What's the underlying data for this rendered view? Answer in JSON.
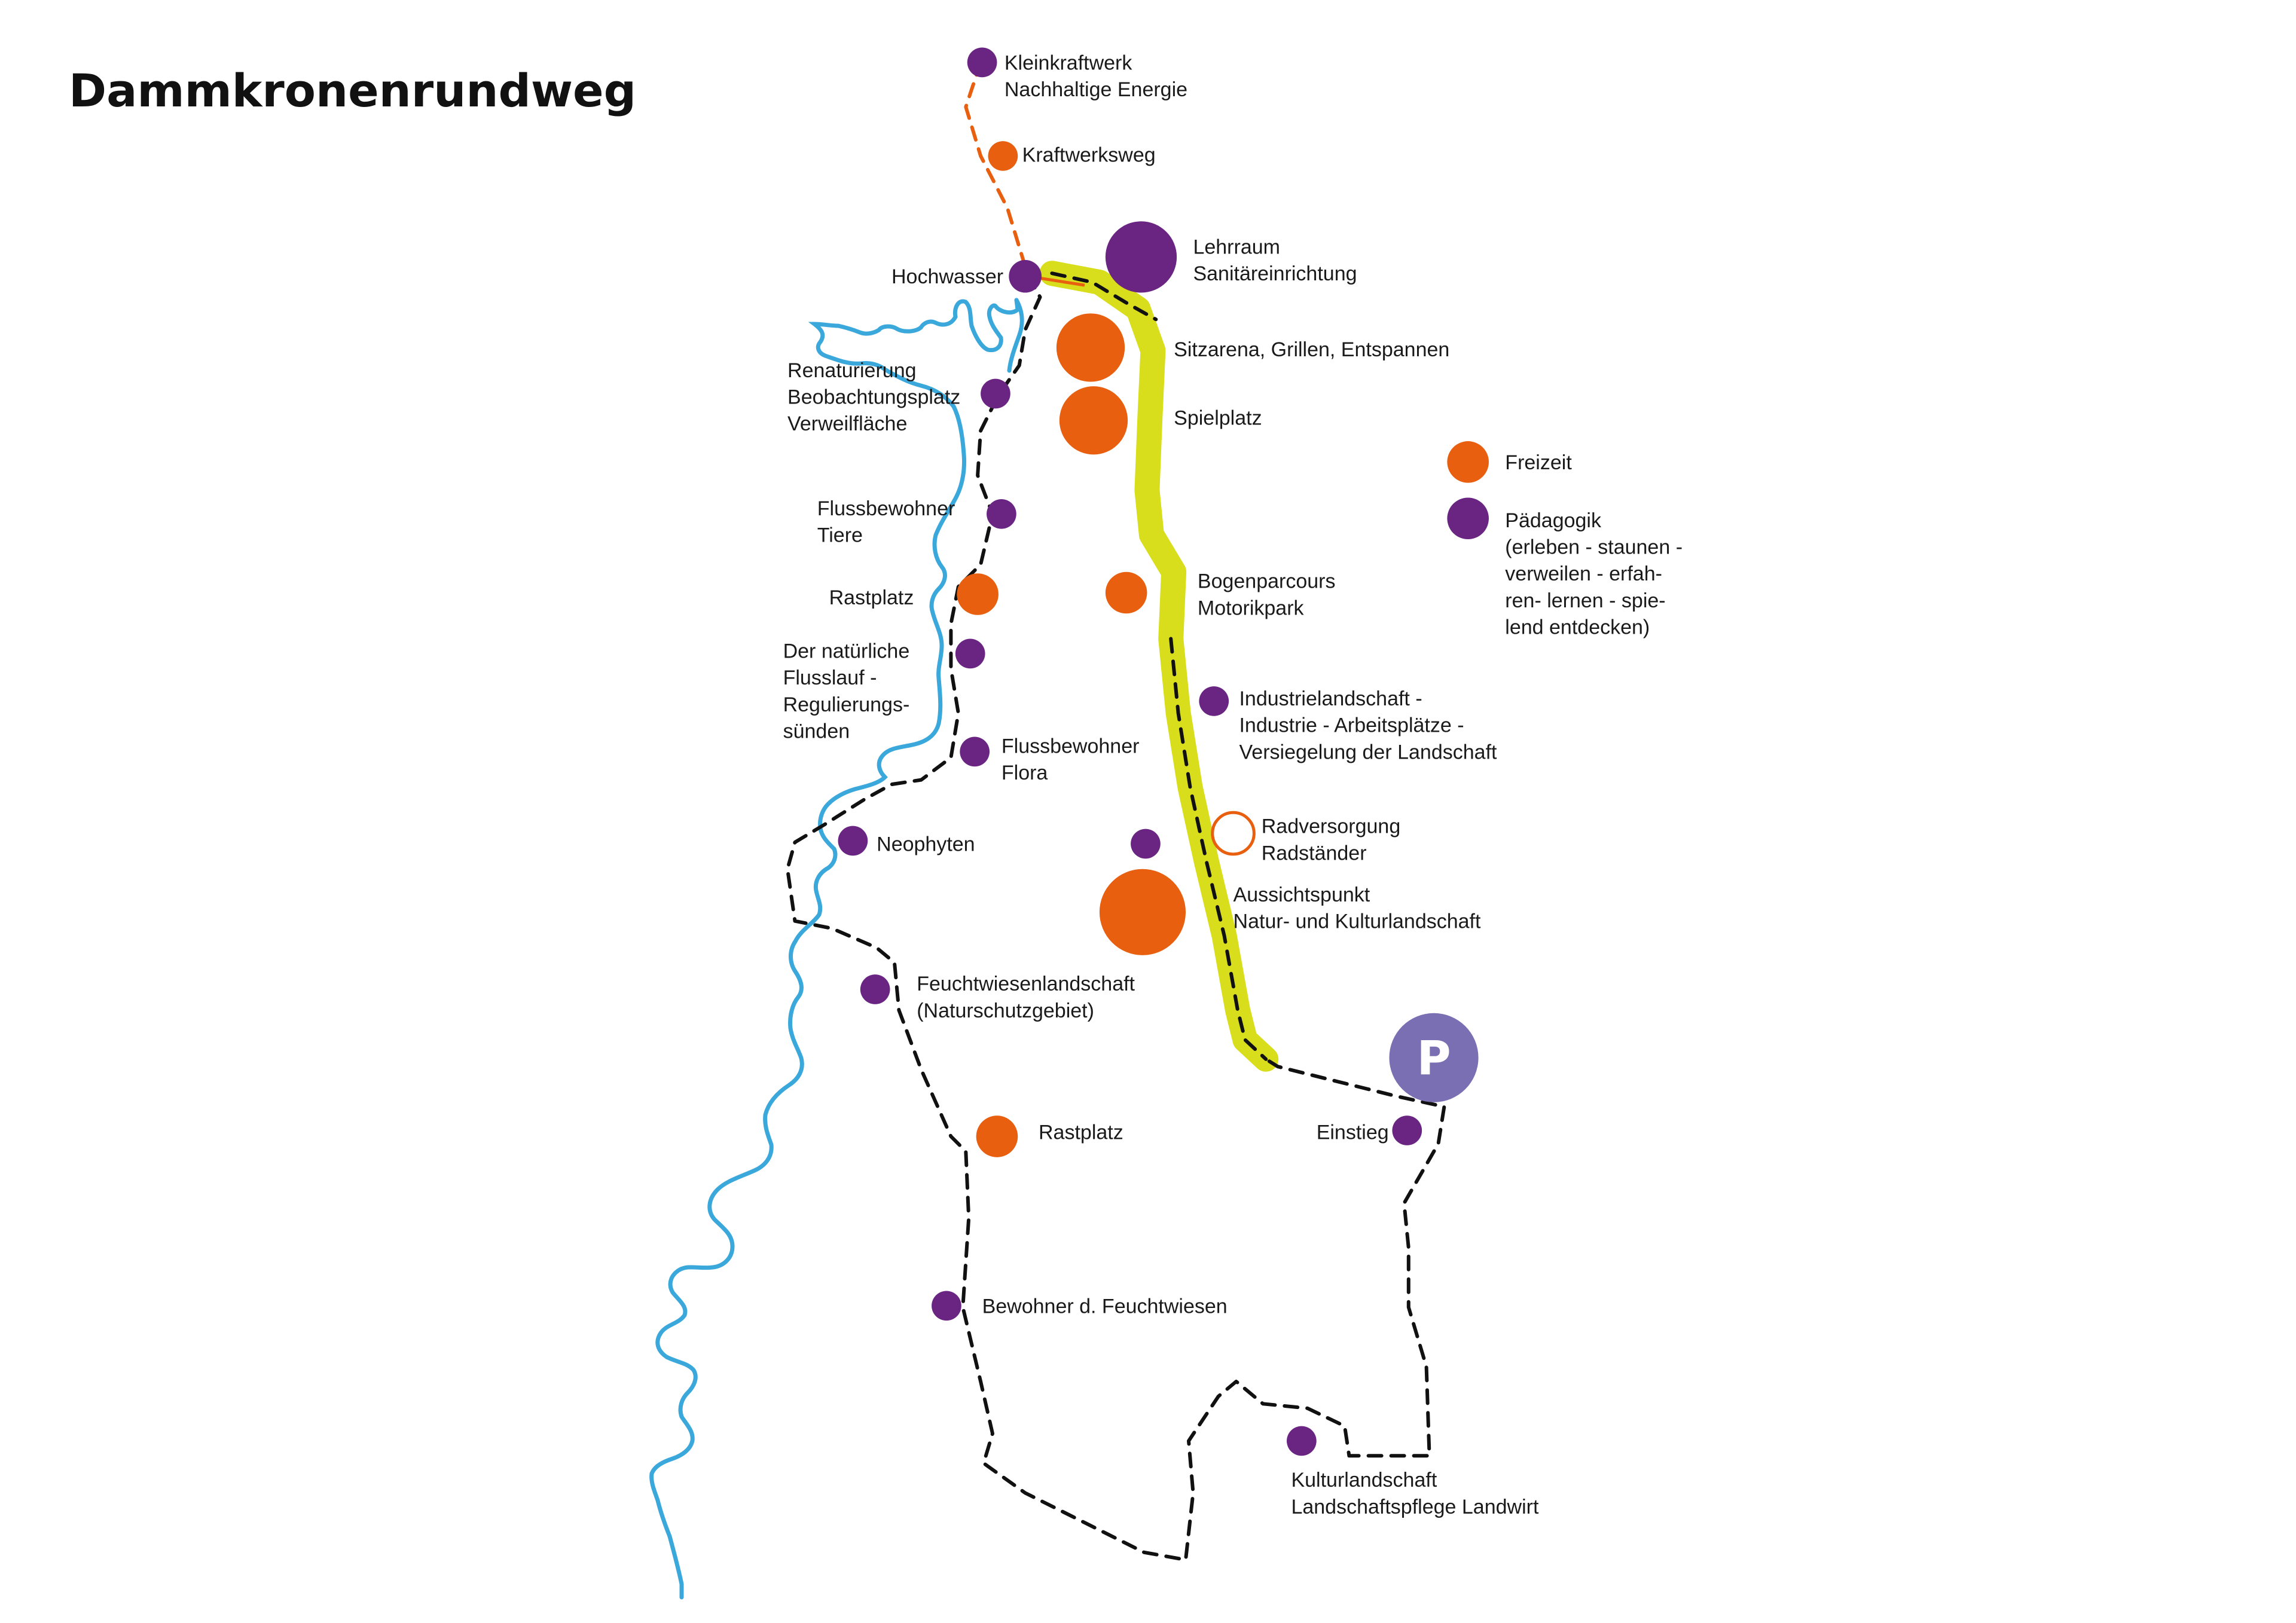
{
  "title": "Dammkronenrundweg",
  "colors": {
    "orange": "#E8600F",
    "purple": "#6A2583",
    "river": "#3BA8DC",
    "highlight": "#D8DD1C",
    "parking": "#7A6FB2",
    "path": "#111111"
  },
  "legend": {
    "freizeit": "Freizeit",
    "paedagogik": [
      "Pädagogik",
      "(erleben - staunen -",
      "verweilen - erfah-",
      "ren- lernen - spie-",
      "lend entdecken)"
    ]
  },
  "parking": {
    "label": "P",
    "icon": "parking-icon"
  },
  "points": [
    {
      "id": "kleinkraftwerk",
      "type": "paedagogik",
      "lines": [
        "Kleinkraftwerk",
        "Nachhaltige Energie"
      ]
    },
    {
      "id": "kraftwerksweg",
      "type": "freizeit",
      "lines": [
        "Kraftwerksweg"
      ]
    },
    {
      "id": "hochwasser",
      "type": "paedagogik",
      "lines": [
        "Hochwasser"
      ]
    },
    {
      "id": "lehrraum",
      "type": "paedagogik",
      "lines": [
        "Lehrraum",
        "Sanitäreinrichtung"
      ]
    },
    {
      "id": "sitzarena",
      "type": "freizeit",
      "lines": [
        "Sitzarena, Grillen, Entspannen"
      ]
    },
    {
      "id": "spielplatz",
      "type": "freizeit",
      "lines": [
        "Spielplatz"
      ]
    },
    {
      "id": "renaturierung",
      "type": "paedagogik",
      "lines": [
        "Renaturierung",
        "Beobachtungsplatz",
        "Verweilfläche"
      ]
    },
    {
      "id": "flussbewohner-tiere",
      "type": "paedagogik",
      "lines": [
        "Flussbewohner",
        "Tiere"
      ]
    },
    {
      "id": "rastplatz-1",
      "type": "freizeit",
      "lines": [
        "Rastplatz"
      ]
    },
    {
      "id": "bogenparcours",
      "type": "freizeit",
      "lines": [
        "Bogenparcours",
        "Motorikpark"
      ]
    },
    {
      "id": "flusslauf",
      "type": "paedagogik",
      "lines": [
        "Der natürliche",
        "Flusslauf -",
        "Regulierungs-",
        "sünden"
      ]
    },
    {
      "id": "industrielandschaft",
      "type": "paedagogik",
      "lines": [
        "Industrielandschaft -",
        "Industrie - Arbeitsplätze -",
        "Versiegelung der Landschaft"
      ]
    },
    {
      "id": "flussbewohner-flora",
      "type": "paedagogik",
      "lines": [
        "Flussbewohner",
        "Flora"
      ]
    },
    {
      "id": "radversorgung",
      "type": "rad",
      "lines": [
        "Radversorgung",
        "Radständer"
      ]
    },
    {
      "id": "neophyten",
      "type": "paedagogik",
      "lines": [
        "Neophyten"
      ]
    },
    {
      "id": "punkt-ohne-label",
      "type": "paedagogik",
      "lines": []
    },
    {
      "id": "aussichtspunkt",
      "type": "freizeit",
      "lines": [
        "Aussichtspunkt",
        "Natur- und Kulturlandschaft"
      ]
    },
    {
      "id": "feuchtwiesenlandschaft",
      "type": "paedagogik",
      "lines": [
        "Feuchtwiesenlandschaft",
        "(Naturschutzgebiet)"
      ]
    },
    {
      "id": "rastplatz-2",
      "type": "freizeit",
      "lines": [
        "Rastplatz"
      ]
    },
    {
      "id": "einstieg",
      "type": "paedagogik",
      "lines": [
        "Einstieg"
      ]
    },
    {
      "id": "bewohner-feuchtwiesen",
      "type": "paedagogik",
      "lines": [
        "Bewohner d. Feuchtwiesen"
      ]
    },
    {
      "id": "kulturlandschaft",
      "type": "paedagogik",
      "lines": [
        "Kulturlandschaft",
        "Landschaftspflege Landwirt"
      ]
    }
  ]
}
